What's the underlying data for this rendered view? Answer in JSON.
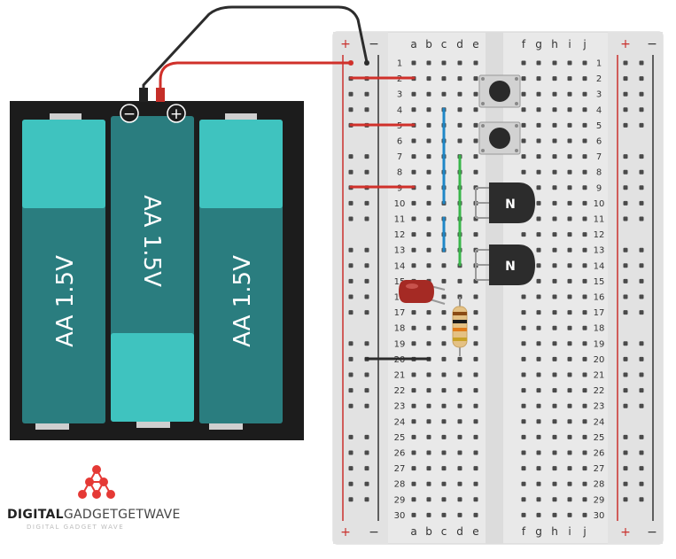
{
  "battery_pack": {
    "cells": [
      "AA 1.5V",
      "AA 1.5V",
      "AA 1.5V"
    ],
    "minus_sign": "−",
    "plus_sign": "+"
  },
  "breadboard": {
    "rail_plus": "+",
    "rail_minus": "−",
    "left_columns": [
      "a",
      "b",
      "c",
      "d",
      "e"
    ],
    "right_columns": [
      "f",
      "g",
      "h",
      "i",
      "j"
    ],
    "rows": [
      "1",
      "2",
      "3",
      "4",
      "5",
      "6",
      "7",
      "8",
      "9",
      "10",
      "11",
      "12",
      "13",
      "14",
      "15",
      "16",
      "17",
      "18",
      "19",
      "20",
      "21",
      "22",
      "23",
      "24",
      "25",
      "26",
      "27",
      "28",
      "29",
      "30"
    ]
  },
  "components": {
    "transistor_1_label": "N",
    "transistor_2_label": "N"
  },
  "logo": {
    "strong_text": "DIGITAL",
    "light_text": "GADGETGETWAVE",
    "subtitle": "DIGITAL GADGET WAVE"
  },
  "colors": {
    "battery_teal_dark": "#2a7d7f",
    "battery_teal_light": "#3fc3bf",
    "wire_red": "#d0302a",
    "wire_black": "#2c2c2c",
    "jumper_blue": "#1f87c7",
    "jumper_green": "#39b54a",
    "rail_red": "#c9302c",
    "logo_red": "#e53935"
  }
}
